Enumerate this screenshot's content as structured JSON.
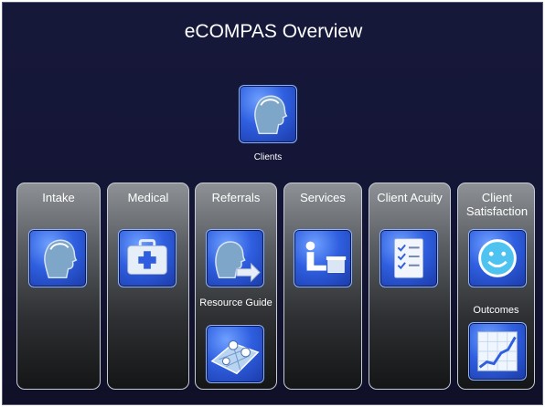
{
  "title": "eCOMPAS Overview",
  "center": {
    "label": "Clients",
    "icon": "client-head-icon"
  },
  "columns": [
    {
      "label": "Intake",
      "icon": "client-head-icon"
    },
    {
      "label": "Medical",
      "icon": "medical-kit-icon"
    },
    {
      "label": "Referrals",
      "icon": "referral-head-arrow-icon",
      "sub_label": "Resource Guide",
      "sub_icon": "map-pins-icon"
    },
    {
      "label": "Services",
      "icon": "services-person-desk-icon"
    },
    {
      "label": "Client Acuity",
      "icon": "checklist-icon"
    },
    {
      "label": "Client Satisfaction",
      "icon": "smiley-face-icon",
      "sub_label": "Outcomes",
      "sub_icon": "line-chart-icon"
    }
  ],
  "colors": {
    "background": "#16183a",
    "icon_blue": "#2f5fe0",
    "column_gray": "#5b5f63",
    "text": "#ffffff"
  }
}
